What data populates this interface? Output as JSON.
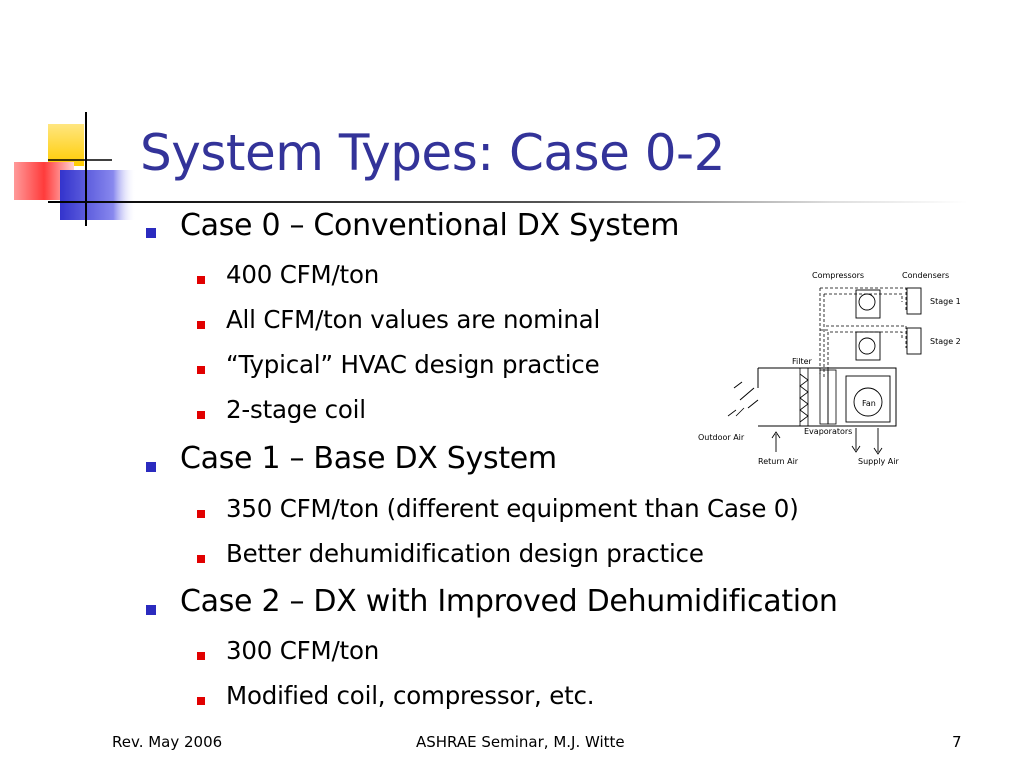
{
  "slide": {
    "title": "System Types: Case 0-2",
    "bullets": [
      {
        "text": "Case 0 – Conventional DX System",
        "sub": [
          "400 CFM/ton",
          "All CFM/ton values are nominal",
          "“Typical” HVAC design practice",
          "2-stage coil"
        ]
      },
      {
        "text": "Case 1 – Base DX System",
        "sub": [
          "350 CFM/ton (different equipment than Case 0)",
          "Better dehumidification design practice"
        ]
      },
      {
        "text": "Case 2 – DX with Improved Dehumidification",
        "sub": [
          "300 CFM/ton",
          "Modified coil, compressor, etc."
        ]
      }
    ],
    "diagram_labels": {
      "compressors": "Compressors",
      "condensers": "Condensers",
      "stage1": "Stage 1",
      "stage2": "Stage 2",
      "filter": "Filter",
      "fan": "Fan",
      "evaporators": "Evaporators",
      "outdoor_air": "Outdoor Air",
      "return_air": "Return Air",
      "supply_air": "Supply Air"
    },
    "footer": {
      "left": "Rev. May 2006",
      "center": "ASHRAE Seminar, M.J. Witte",
      "page": "7"
    },
    "colors": {
      "title": "#333399",
      "level1_bullet": "#2b2bbf",
      "level2_bullet": "#e10000",
      "logo_yellow": "#ffcc00",
      "logo_red": "#ff3b3b",
      "logo_blue": "#3333cc"
    }
  }
}
